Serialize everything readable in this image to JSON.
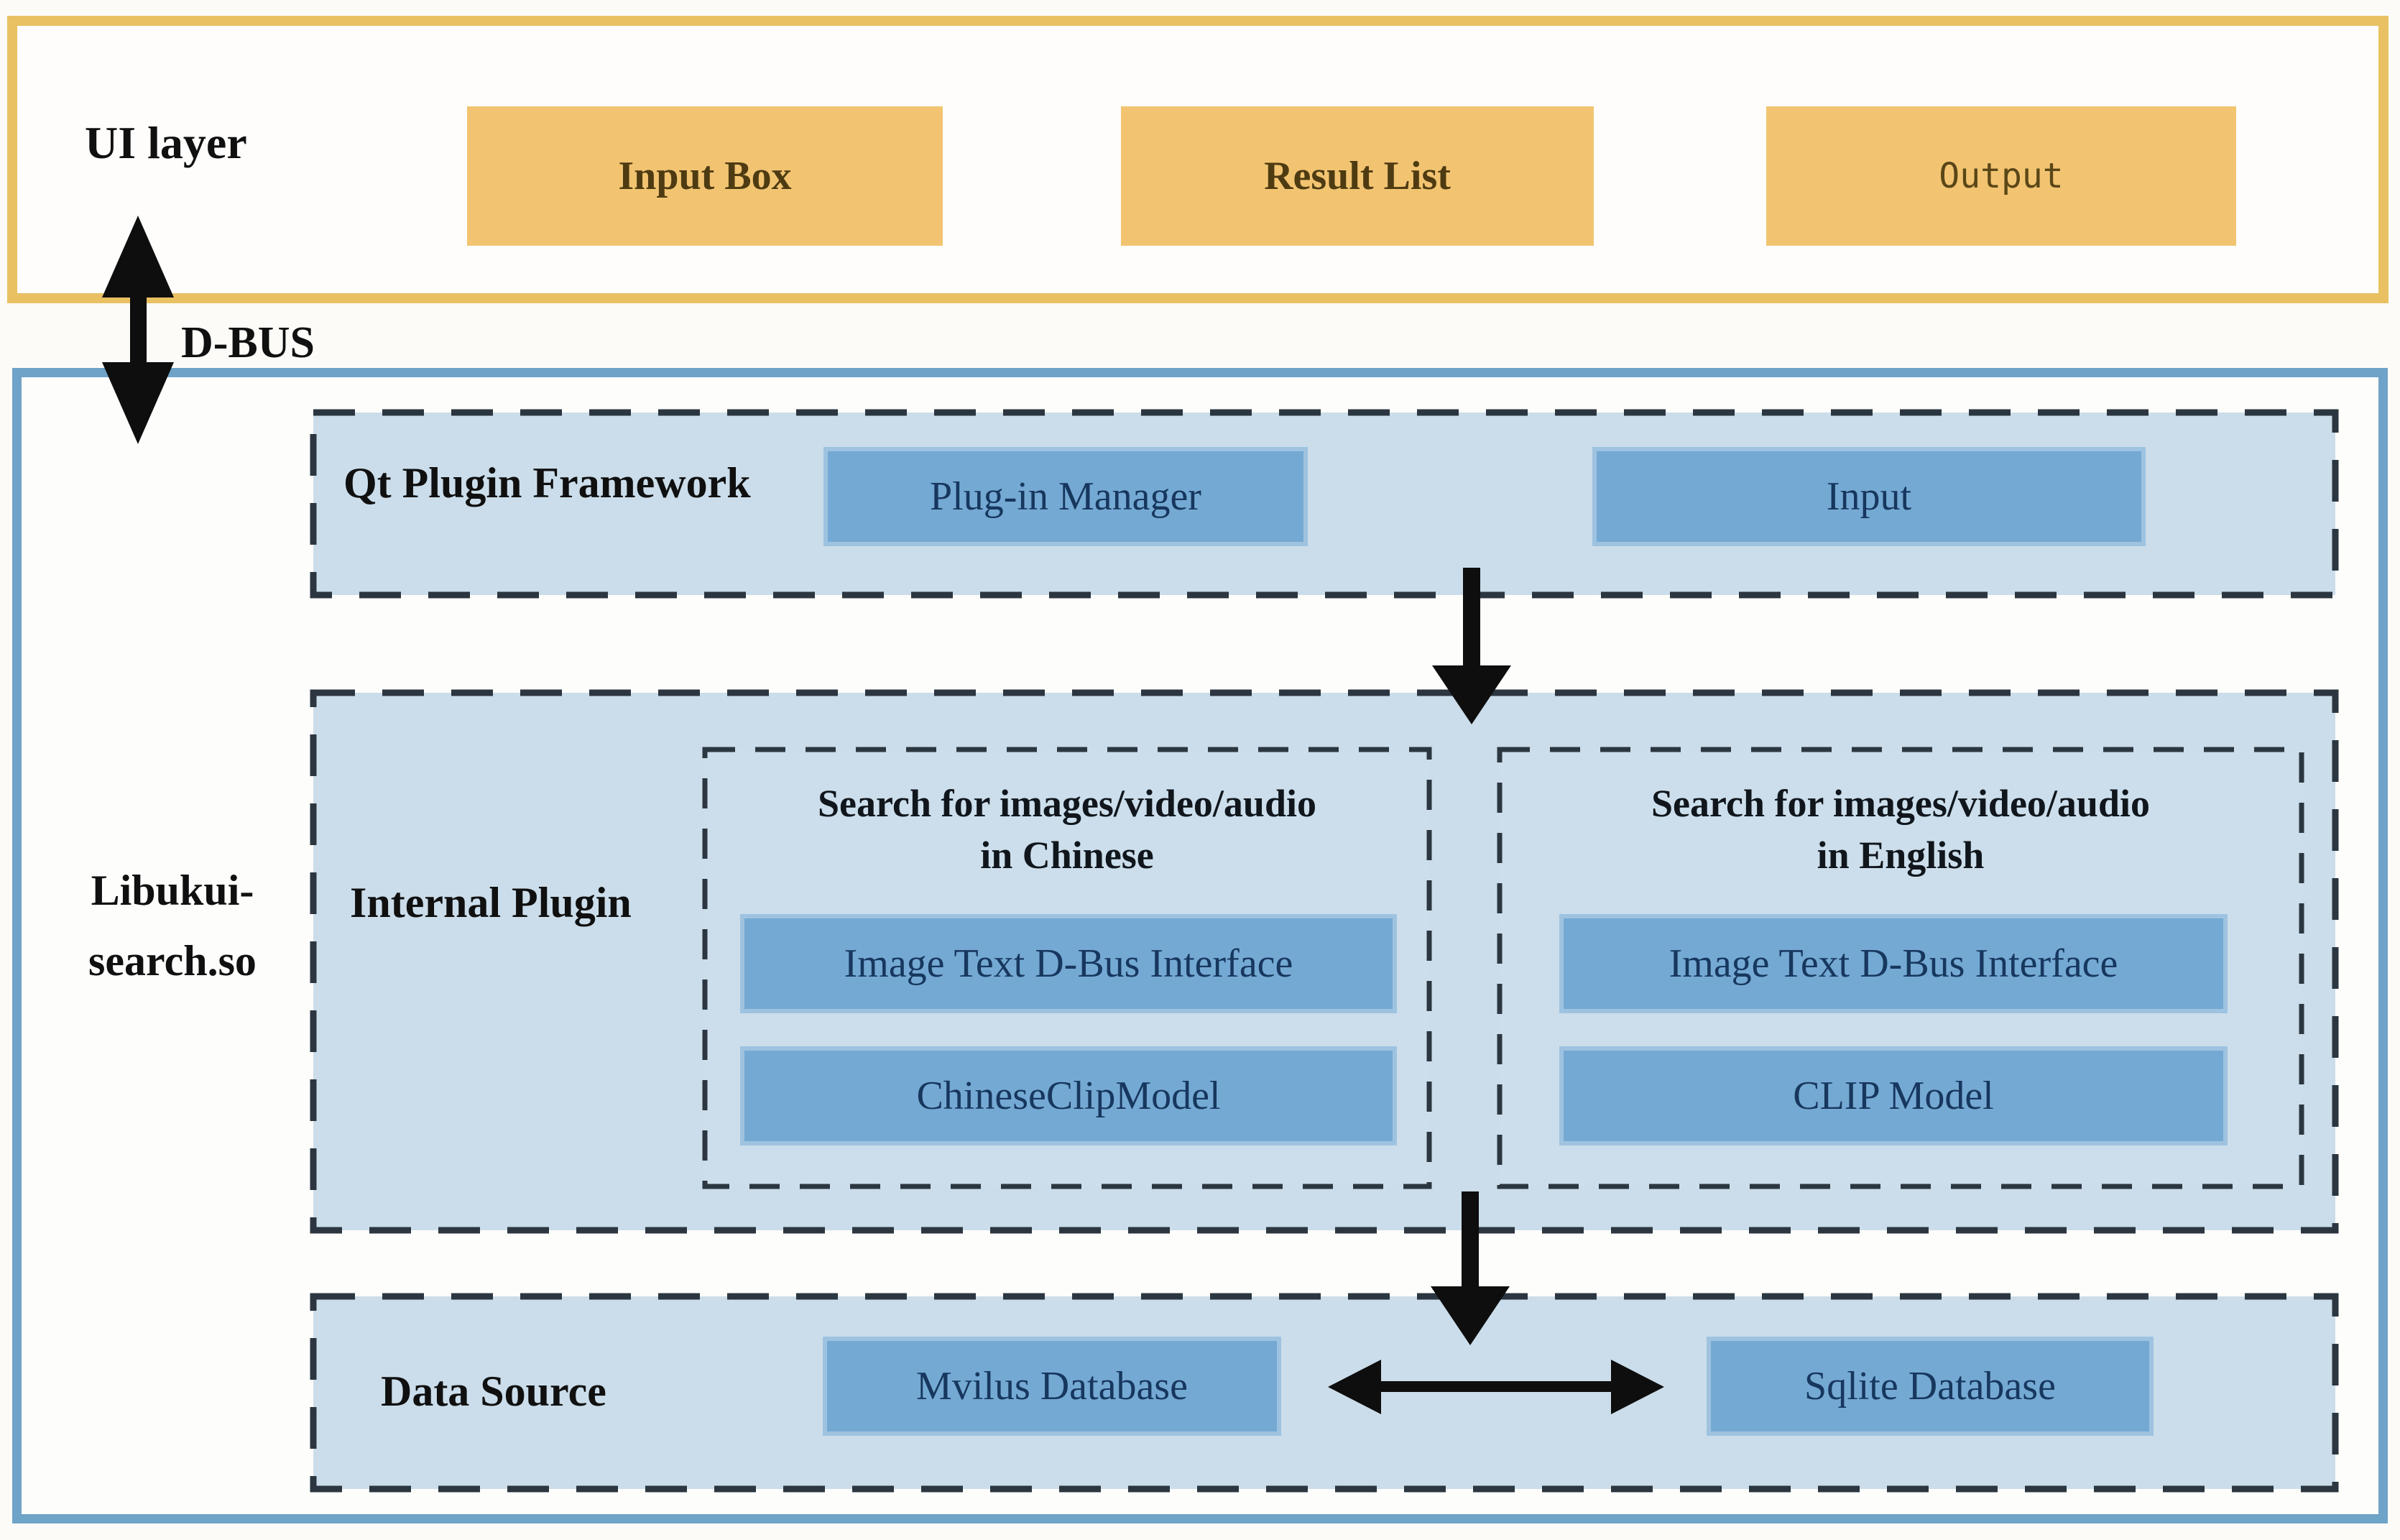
{
  "title": "Libukui-search plugin architecture diagram",
  "ui_layer": {
    "label": "UI layer",
    "boxes": [
      {
        "label": "Input Box"
      },
      {
        "label": "Result List"
      },
      {
        "label": "Output"
      }
    ]
  },
  "dbus": {
    "label": "D-BUS"
  },
  "library": {
    "line1": "Libukui-",
    "line2": "search.so"
  },
  "qt": {
    "label": "Qt Plugin Framework",
    "boxes": [
      {
        "label": "Plug-in Manager"
      },
      {
        "label": "Input"
      }
    ]
  },
  "internal": {
    "label": "Internal Plugin",
    "chinese": {
      "title1": "Search for images/video/audio",
      "title2": "in Chinese",
      "boxes": [
        {
          "label": "Image Text D-Bus Interface"
        },
        {
          "label": "ChineseClipModel"
        }
      ]
    },
    "english": {
      "title1": "Search for images/video/audio",
      "title2": "in English",
      "boxes": [
        {
          "label": "Image Text D-Bus Interface"
        },
        {
          "label": "CLIP Model"
        }
      ]
    }
  },
  "data_source": {
    "label": "Data Source",
    "boxes": [
      {
        "label": "Mvilus Database"
      },
      {
        "label": "Sqlite Database"
      }
    ]
  },
  "colors": {
    "orange_border": "#e9c163",
    "orange_fill": "#f2c471",
    "container_border": "#6fa3c8",
    "section_fill": "#cbddea",
    "solid_box_fill": "#74a9d3",
    "solid_box_text": "#17375e",
    "dash_stroke": "#2b3640",
    "arrow_color": "#0e0e0e"
  }
}
